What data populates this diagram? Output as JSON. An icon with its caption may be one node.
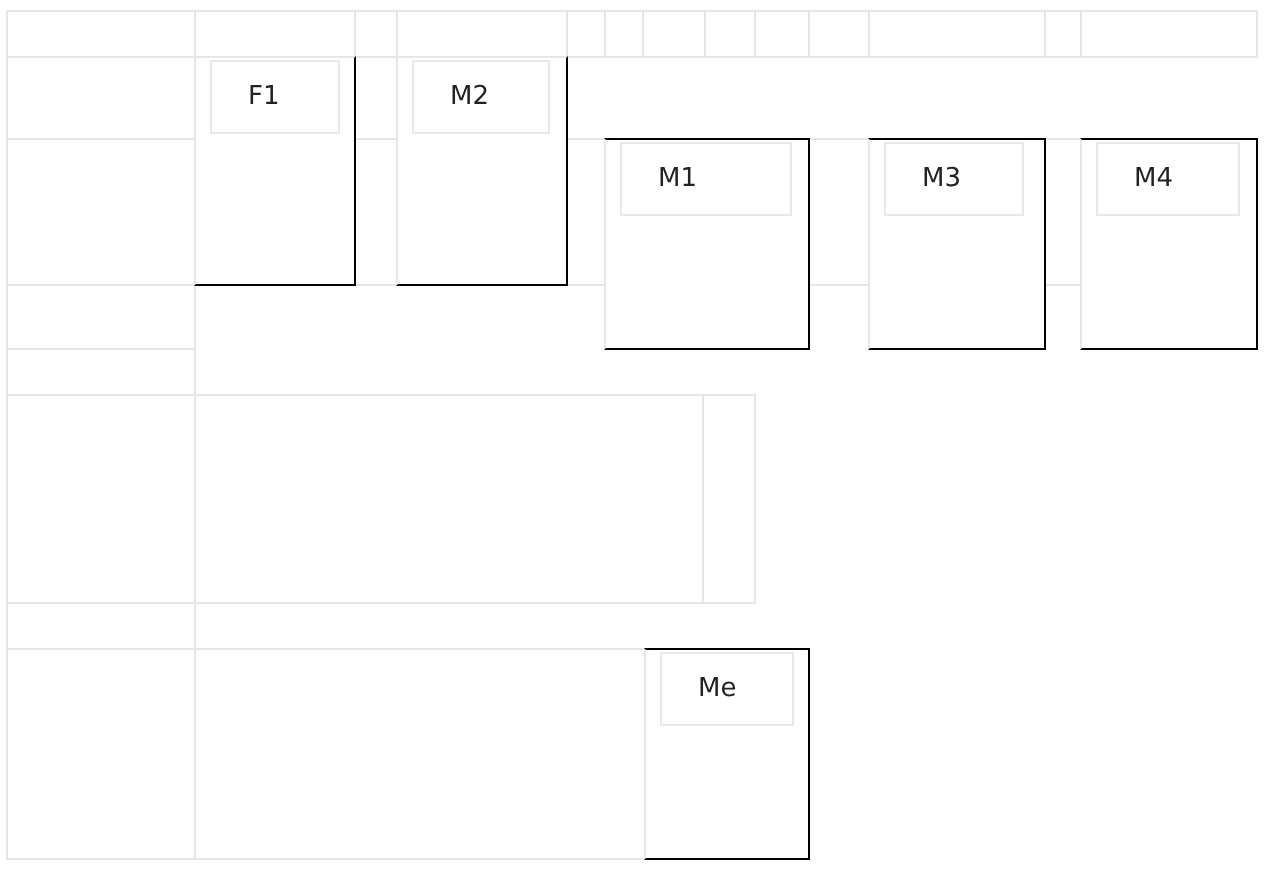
{
  "diagram": {
    "nodes": [
      {
        "text": [
          "F1"
        ]
      },
      {
        "text": [
          "M2"
        ]
      },
      {
        "text": [
          "M1"
        ]
      },
      {
        "text": [
          "M3"
        ]
      },
      {
        "text": [
          "M4"
        ]
      },
      {
        "text": [
          "Me"
        ]
      }
    ]
  }
}
